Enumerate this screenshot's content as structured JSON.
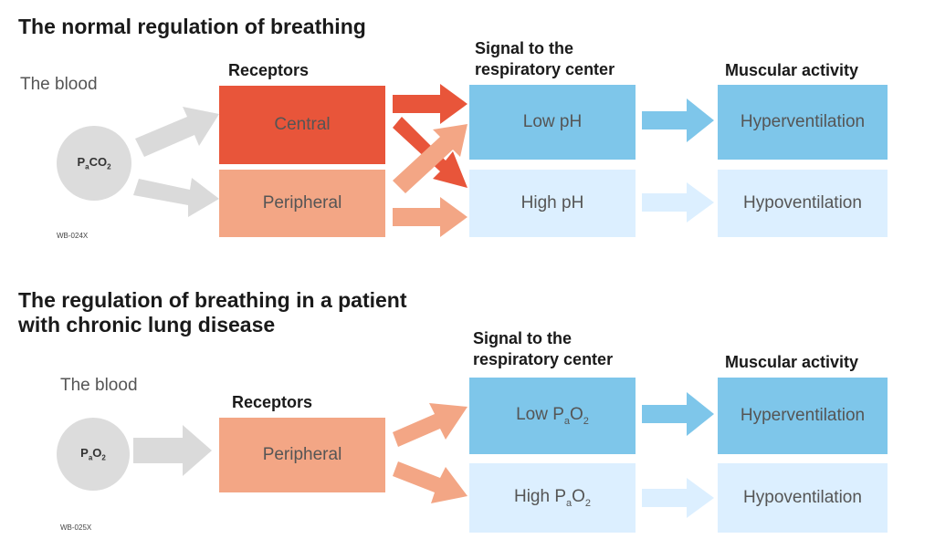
{
  "section1": {
    "title": "The normal regulation of breathing",
    "blood_label": "The blood",
    "circle": {
      "main": "P",
      "sub1": "a",
      "mid": "CO",
      "sub2": "2"
    },
    "receptors_header": "Receptors",
    "signal_header_line1": "Signal to the",
    "signal_header_line2": "respiratory center",
    "muscular_header": "Muscular activity",
    "receptor_central": "Central",
    "receptor_peripheral": "Peripheral",
    "signal_low": "Low pH",
    "signal_high": "High pH",
    "activity_hyper": "Hyperventilation",
    "activity_hypo": "Hypoventilation",
    "code": "WB-024X"
  },
  "section2": {
    "title_line1": "The regulation of breathing in a patient",
    "title_line2": "with chronic lung disease",
    "blood_label": "The blood",
    "circle": {
      "main": "P",
      "sub1": "a",
      "mid": "O",
      "sub2": "2"
    },
    "receptors_header": "Receptors",
    "signal_header_line1": "Signal to the",
    "signal_header_line2": "respiratory center",
    "muscular_header": "Muscular activity",
    "receptor_peripheral": "Peripheral",
    "signal_low": {
      "pre": "Low P",
      "sub1": "a",
      "mid": "O",
      "sub2": "2"
    },
    "signal_high": {
      "pre": "High P",
      "sub1": "a",
      "mid": "O",
      "sub2": "2"
    },
    "activity_hyper": "Hyperventilation",
    "activity_hypo": "Hypoventilation",
    "code": "WB-025X"
  },
  "colors": {
    "central_red": "#e8553a",
    "peripheral_salmon": "#f3a685",
    "blue_strong": "#7ec6ea",
    "blue_light": "#dcefff",
    "grey_arrow": "#dadada",
    "circle_grey": "#dcdcdc"
  }
}
